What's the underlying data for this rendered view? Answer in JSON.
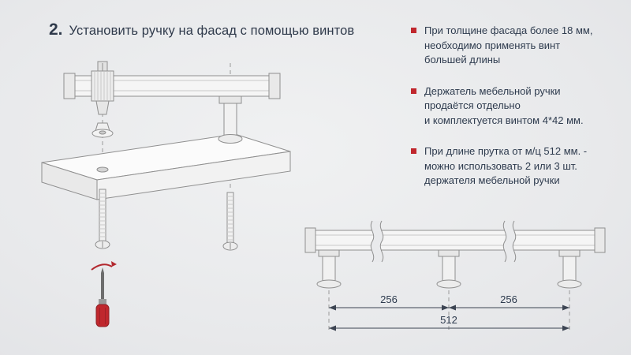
{
  "title": {
    "number": "2.",
    "text": "Установить ручку на фасад с помощью винтов"
  },
  "notes": [
    {
      "lines": [
        "При толщине фасада более 18 мм,",
        "необходимо применять винт",
        "большей длины"
      ]
    },
    {
      "lines": [
        "Держатель мебельной ручки",
        "продаётся отдельно",
        "и комплектуется винтом 4*42 мм."
      ]
    },
    {
      "lines": [
        "При длине прутка от м/ц 512 мм. -",
        "можно использовать 2 или 3 шт.",
        "держателя мебельной ручки"
      ]
    }
  ],
  "dimensions": {
    "segment_1": "256",
    "segment_2": "256",
    "total": "512"
  },
  "colors": {
    "accent_red": "#c0272d",
    "text": "#2e3b4e",
    "background": "#e9eaec",
    "drawing_stroke": "#8f8f8f"
  }
}
